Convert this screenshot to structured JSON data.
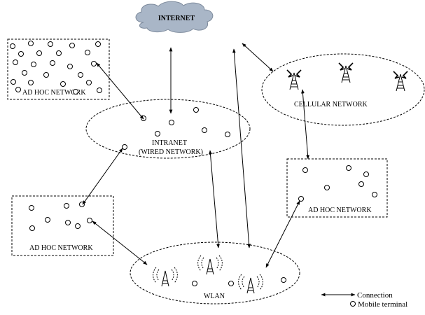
{
  "labels": {
    "internet": "INTERNET",
    "adhoc_top_left": "AD HOC NETWORK",
    "intranet_line1": "INTRANET",
    "intranet_line2": "(WIRED NETWORK)",
    "cellular": "CELLULAR NETWORK",
    "adhoc_right": "AD HOC NETWORK",
    "adhoc_bottom_left": "AD HOC NETWORK",
    "wlan": "WLAN"
  },
  "legend": {
    "connection": "Connection",
    "mobile_terminal": "Mobile terminal"
  }
}
